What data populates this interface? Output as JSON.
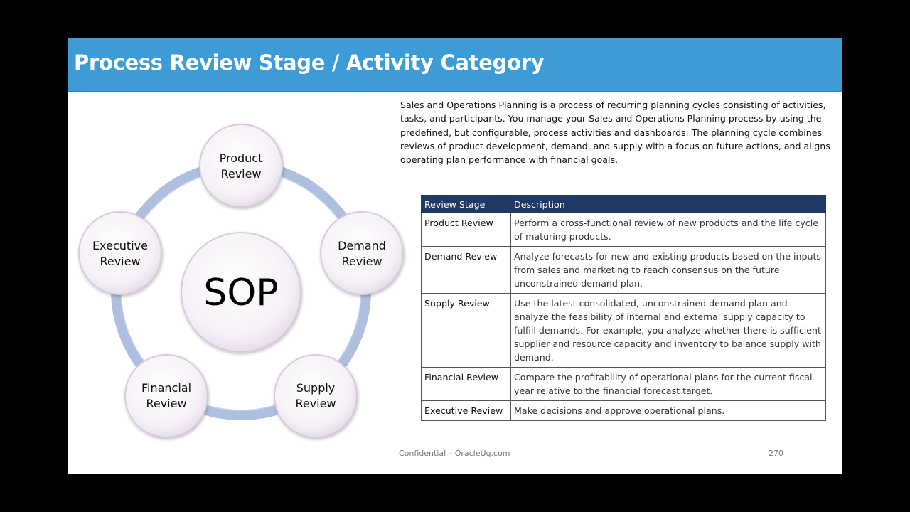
{
  "slide": {
    "title": "Process Review Stage / Activity Category",
    "intro": "Sales and Operations Planning is a process of recurring planning cycles consisting of activities, tasks, and participants. You manage your Sales and Operations Planning process by using the predefined, but configurable, process activities and dashboards. The planning cycle combines reviews of product development, demand, and supply with a focus on future actions, and aligns operating plan performance with financial goals."
  },
  "diagram": {
    "center": "SOP",
    "nodes": [
      {
        "line1": "Product",
        "line2": "Review"
      },
      {
        "line1": "Demand",
        "line2": "Review"
      },
      {
        "line1": "Supply",
        "line2": "Review"
      },
      {
        "line1": "Financial",
        "line2": "Review"
      },
      {
        "line1": "Executive",
        "line2": "Review"
      }
    ]
  },
  "table": {
    "headers": [
      "Review Stage",
      "Description"
    ],
    "rows": [
      {
        "stage": "Product Review",
        "description": "Perform a cross-functional review of new products and the life cycle of maturing products."
      },
      {
        "stage": "Demand Review",
        "description": "Analyze forecasts for new and existing products based on the inputs from sales and marketing to reach consensus on the future unconstrained demand plan."
      },
      {
        "stage": "Supply Review",
        "description": "Use the latest consolidated, unconstrained demand plan and analyze the feasibility of internal and external supply capacity to fulfill demands. For example, you analyze whether there is sufficient supplier and resource capacity and inventory to balance supply with demand."
      },
      {
        "stage": "Financial Review",
        "description": "Compare the profitability of operational plans for the current fiscal year relative to the financial forecast target."
      },
      {
        "stage": "Executive Review",
        "description": "Make decisions and approve operational plans."
      }
    ]
  },
  "footer": {
    "left": "Confidential – OracleUg.com",
    "page_number": "270"
  },
  "colors": {
    "title_bar": "#3d9bd6",
    "table_header": "#1f3864",
    "ring": "#aebfe0"
  }
}
